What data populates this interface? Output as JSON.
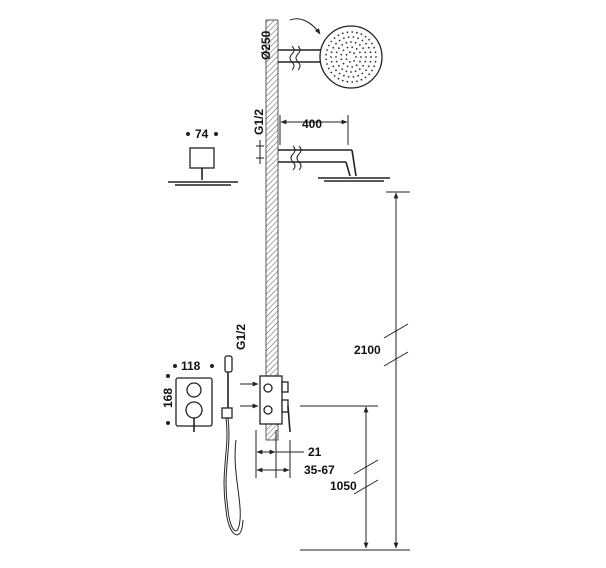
{
  "labels": {
    "head_diameter": "Ø250",
    "head_width": "74",
    "arm_thread": "G1/2",
    "arm_length": "400",
    "height_total": "2100",
    "valve_width": "118",
    "valve_height": "168",
    "hand_thread": "G1/2",
    "valve_depth_a": "21",
    "valve_depth_b": "35-67",
    "valve_height_floor": "1050"
  }
}
